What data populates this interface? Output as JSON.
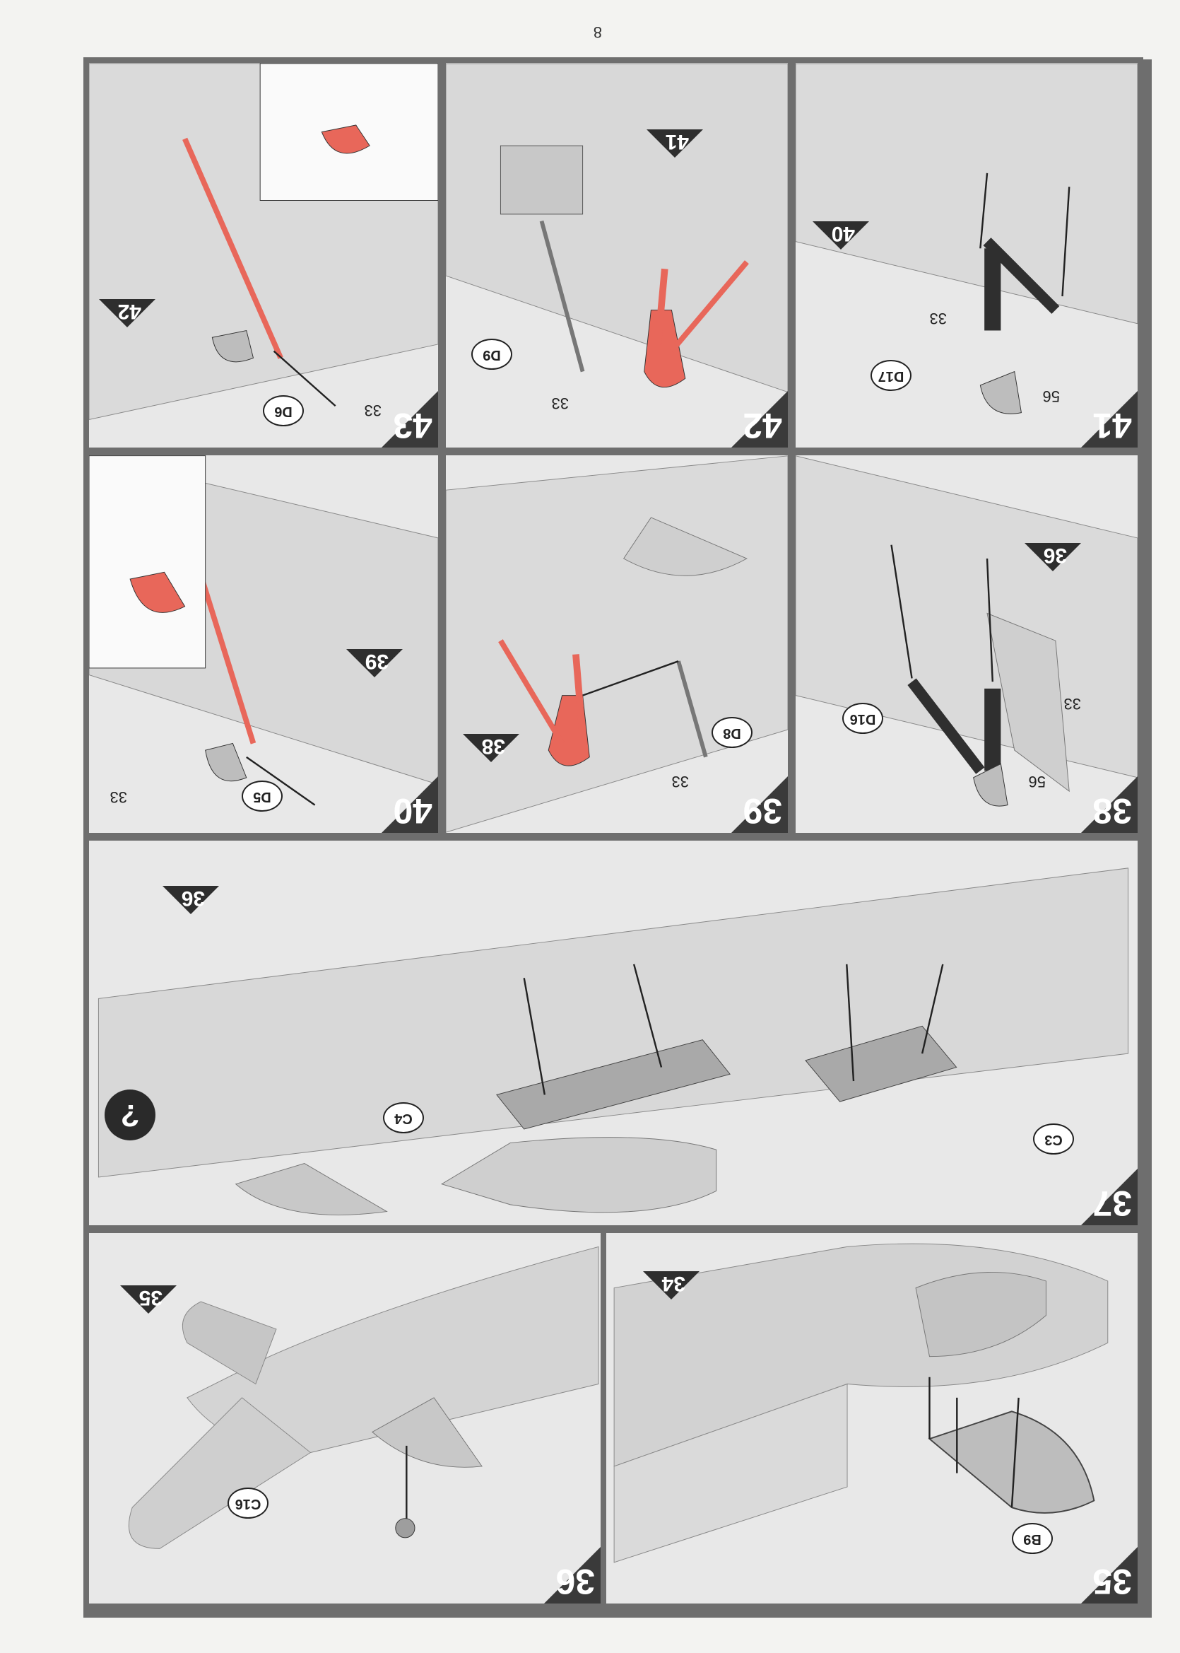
{
  "page_number": "8",
  "steps": [
    {
      "id": "step-35",
      "number": "35",
      "ref": "34",
      "parts": [
        "B9"
      ],
      "paints": []
    },
    {
      "id": "step-36",
      "number": "36",
      "ref": "35",
      "parts": [
        "C16"
      ],
      "paints": []
    },
    {
      "id": "step-37",
      "number": "37",
      "ref": "36",
      "parts": [
        "C3",
        "C4"
      ],
      "paints": []
    },
    {
      "id": "step-38",
      "number": "38",
      "ref": "36",
      "parts": [
        "D16"
      ],
      "paints": [
        "33",
        "56"
      ]
    },
    {
      "id": "step-39",
      "number": "39",
      "ref": "38",
      "parts": [
        "D8"
      ],
      "paints": [
        "33"
      ]
    },
    {
      "id": "step-40",
      "number": "40",
      "ref": "39",
      "parts": [
        "D5"
      ],
      "paints": [
        "33"
      ]
    },
    {
      "id": "step-41",
      "number": "41",
      "ref": "40",
      "parts": [
        "D17"
      ],
      "paints": [
        "33",
        "56"
      ]
    },
    {
      "id": "step-42",
      "number": "42",
      "ref": "41",
      "parts": [
        "D9"
      ],
      "paints": [
        "33"
      ]
    },
    {
      "id": "step-43",
      "number": "43",
      "ref": "42",
      "parts": [
        "D6"
      ],
      "paints": [
        "33"
      ]
    }
  ],
  "colors": {
    "frame": "#6e6e6e",
    "panel_bg": "#e8e8e8",
    "part_gray": "#bdbdbd",
    "highlight_red": "#e8675a",
    "dark_part": "#2f2f2f",
    "step_corner": "#3a3a3a"
  },
  "icons": {
    "hint_icon": "question-hand-icon"
  }
}
